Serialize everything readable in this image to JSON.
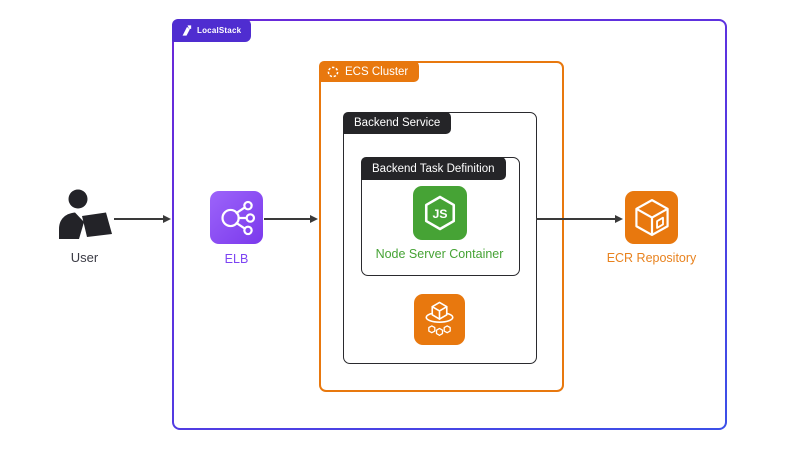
{
  "diagram": {
    "boundary_label": "LocalStack",
    "ecs_cluster_label": "ECS Cluster",
    "backend_service_label": "Backend Service",
    "backend_task_definition_label": "Backend Task Definition",
    "nodes": {
      "user": {
        "label": "User"
      },
      "elb": {
        "label": "ELB"
      },
      "node_container": {
        "label": "Node Server Container"
      },
      "ecr": {
        "label": "ECR Repository"
      }
    },
    "icons": {
      "localstack_logo": "localstack-logo-icon",
      "ecs_cluster_glyph": "cluster-ring-icon",
      "node_glyph": "nodejs-hexagon-icon",
      "ecs_service_glyph": "ecs-cube-ring-icon",
      "elb_glyph": "load-balancer-icon",
      "ecr_glyph": "container-registry-cube-icon",
      "user_glyph": "person-at-laptop-icon"
    },
    "colors": {
      "boundary_gradient_start": "#6B28D9",
      "boundary_gradient_end": "#3B50E8",
      "localstack_purple": "#4F2DD0",
      "aws_orange": "#E8780E",
      "node_green": "#46A335",
      "elb_purple": "#7D44F3",
      "ecr_label_orange": "#E8821E",
      "dark_tab": "#252528",
      "arrow": "#3A3A3A"
    }
  }
}
